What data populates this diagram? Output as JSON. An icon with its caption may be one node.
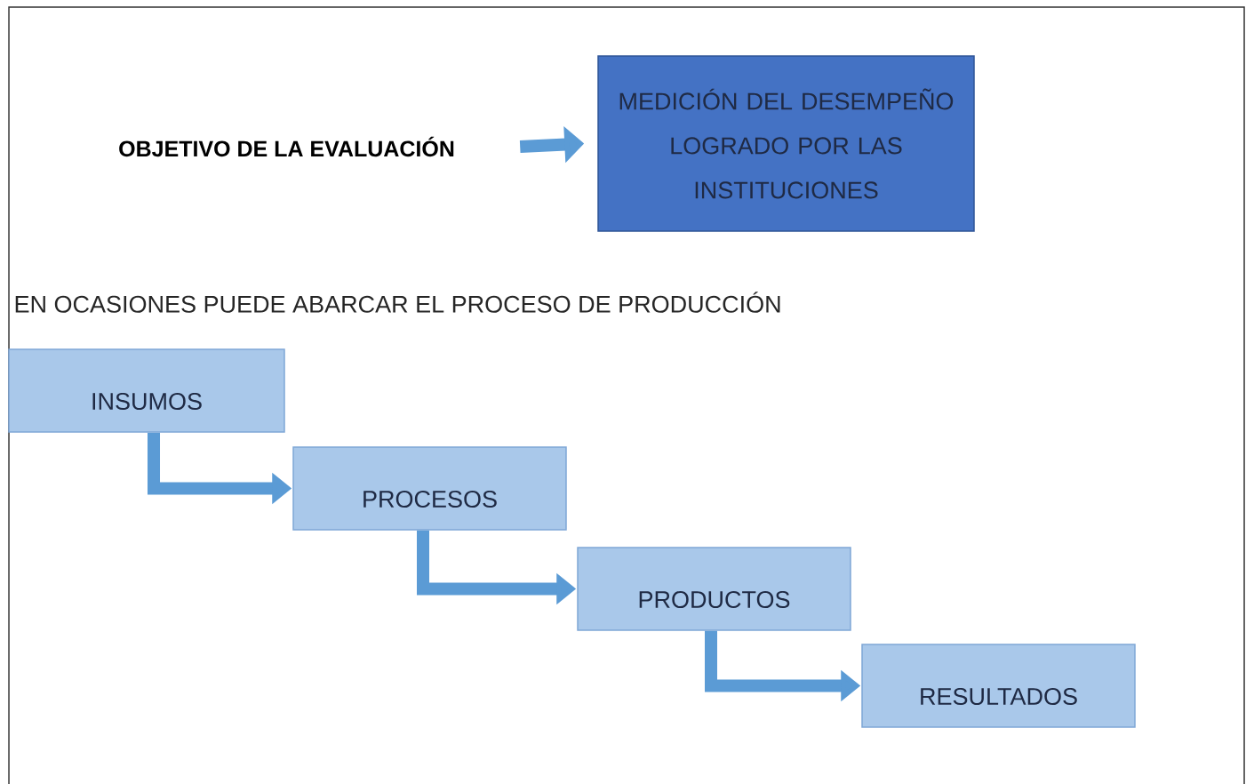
{
  "diagram": {
    "nodes": [
      {
        "text": [
          "OBJETIVO DE LA EVALUACIÓN"
        ]
      },
      {
        "text": [
          "MEDICIÓN DEL DESEMPEÑO LOGRADO POR LAS INSTITUCIONES"
        ]
      },
      {
        "text": [
          "INSUMOS"
        ]
      },
      {
        "text": [
          "PROCESOS"
        ]
      },
      {
        "text": [
          "PRODUCTOS"
        ]
      },
      {
        "text": [
          "RESULTADOS"
        ]
      }
    ],
    "edges": [
      {
        "from": 0,
        "to": 1,
        "arrow": "to"
      },
      {
        "from": 2,
        "to": 3,
        "arrow": "to"
      },
      {
        "from": 3,
        "to": 4,
        "arrow": "to"
      },
      {
        "from": 4,
        "to": 5,
        "arrow": "to"
      }
    ],
    "labels": [
      "EN OCASIONES PUEDE ABARCAR EL PROCESO DE PRODUCCIÓN"
    ]
  }
}
